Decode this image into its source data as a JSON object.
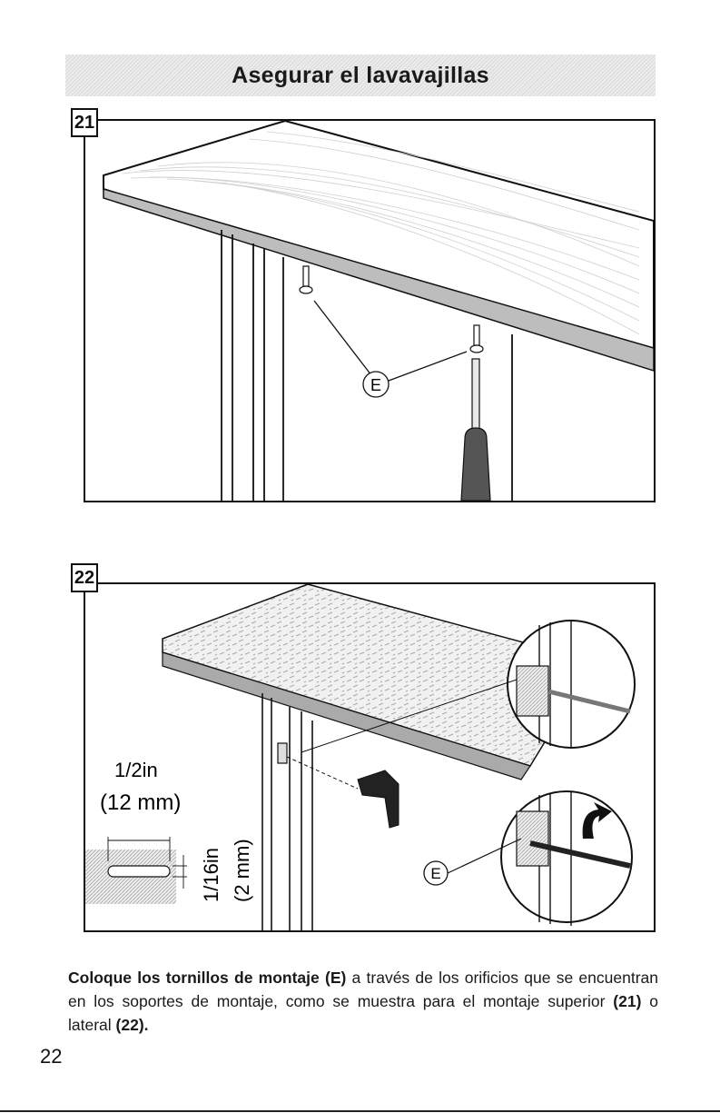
{
  "header": {
    "title": "Asegurar el lavavajillas"
  },
  "figures": {
    "fig21": {
      "number": "21",
      "callout": "E"
    },
    "fig22": {
      "number": "22",
      "callout": "E",
      "dim_half_in": "1/2in",
      "dim_half_mm": "(12 mm)",
      "dim_sixteenth_in": "1/16in",
      "dim_sixteenth_mm": "(2 mm)"
    }
  },
  "caption": {
    "part1": "Coloque los tornillos de montaje (E)",
    "part2": " a través de los orificios que se encuentran en los soportes de montaje, como se muestra para el montaje superior ",
    "part3": "(21)",
    "part4": " o lateral ",
    "part5": "(22)."
  },
  "page": {
    "number": "22"
  }
}
